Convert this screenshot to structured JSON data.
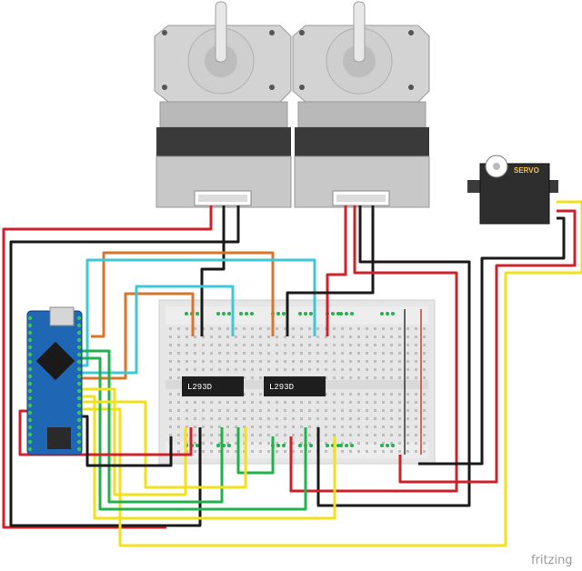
{
  "diagram": {
    "driver_chip_1_label": "L293D",
    "driver_chip_2_label": "L293D",
    "servo_label": "SERVO",
    "watermark": "fritzing",
    "wire_colors": {
      "red": "#d0202a",
      "black": "#1a1a1a",
      "cyan": "#3ec7d6",
      "orange": "#d9742a",
      "green": "#22b24c",
      "yellow": "#f2e11a",
      "servo_yellow": "#f2e11a"
    },
    "components": [
      "stepper-motor-left",
      "stepper-motor-right",
      "servo-motor",
      "arduino-nano",
      "breadboard",
      "l293d-driver-1",
      "l293d-driver-2"
    ]
  }
}
